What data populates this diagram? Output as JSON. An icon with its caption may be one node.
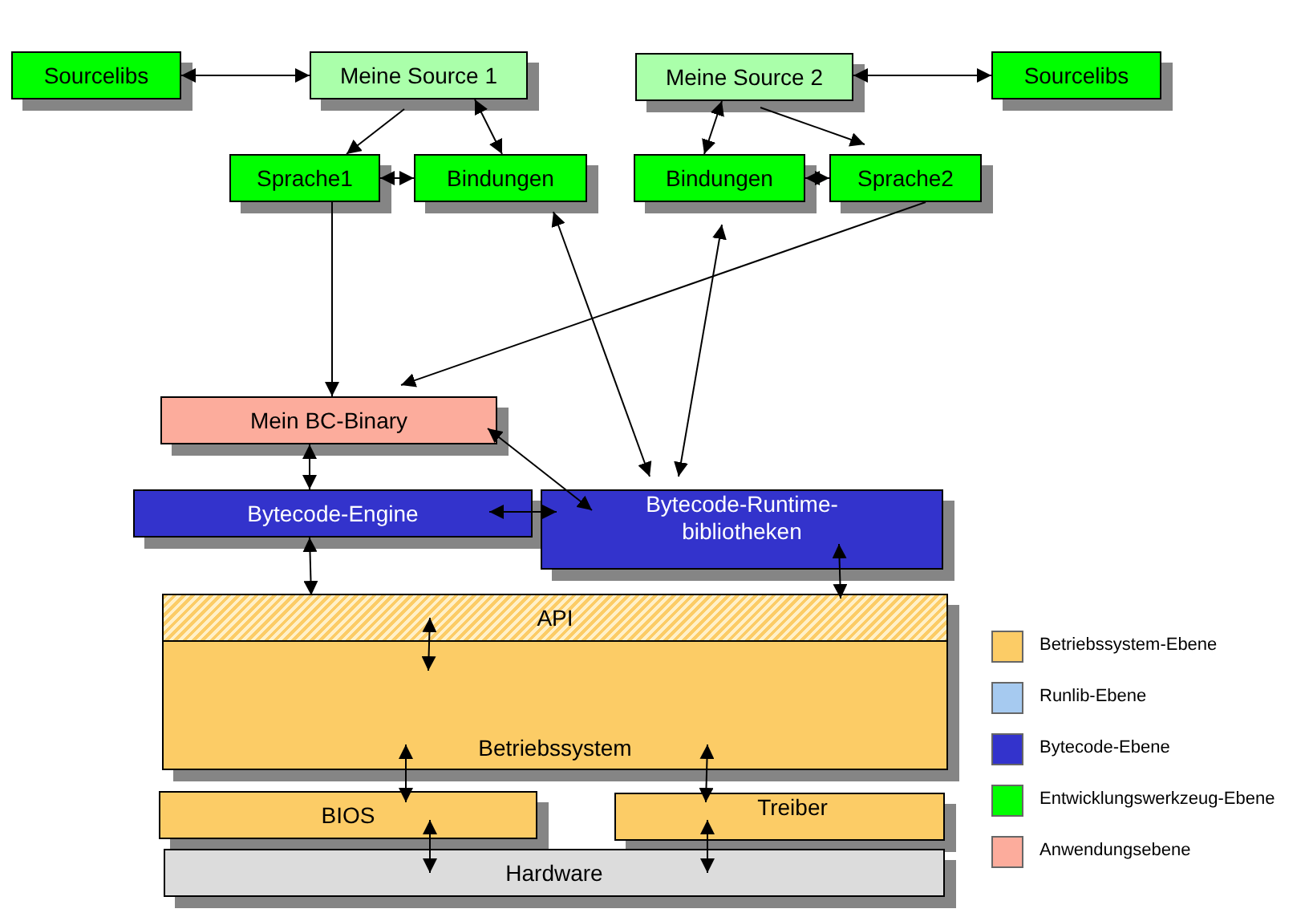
{
  "diagram": {
    "nodes": [
      {
        "text": [
          "Sourcelibs"
        ]
      },
      {
        "text": [
          "Meine Source 1"
        ]
      },
      {
        "text": [
          "Meine Source 2"
        ]
      },
      {
        "text": [
          "Sourcelibs"
        ]
      },
      {
        "text": [
          "Sprache1"
        ]
      },
      {
        "text": [
          "Bindungen"
        ]
      },
      {
        "text": [
          "Bindungen"
        ]
      },
      {
        "text": [
          "Sprache2"
        ]
      },
      {
        "text": [
          "Mein BC-Binary"
        ]
      },
      {
        "text": [
          "Bytecode-Engine"
        ]
      },
      {
        "text": [
          "Bytecode-Runtime- bibliotheken"
        ]
      },
      {
        "text": [
          "Betriebssystem"
        ]
      },
      {
        "text": [
          "API"
        ],
        "in": 11
      },
      {
        "text": [
          "BIOS"
        ]
      },
      {
        "text": [
          "Treiber"
        ]
      },
      {
        "text": [
          "Hardware"
        ]
      }
    ],
    "edges": [
      {
        "from": 0,
        "to": 1,
        "arrow": "both"
      },
      {
        "from": 1,
        "to": 4,
        "arrow": "to"
      },
      {
        "from": 1,
        "to": 5,
        "arrow": "both"
      },
      {
        "from": 4,
        "to": 5,
        "arrow": "both"
      },
      {
        "from": 2,
        "to": 6,
        "arrow": "both"
      },
      {
        "from": 2,
        "to": 7,
        "arrow": "to"
      },
      {
        "from": 6,
        "to": 7,
        "arrow": "both"
      },
      {
        "from": 3,
        "to": 2,
        "arrow": "both"
      },
      {
        "from": 4,
        "to": 8,
        "arrow": "to"
      },
      {
        "from": 7,
        "to": 8,
        "arrow": "to"
      },
      {
        "from": 5,
        "to": 10,
        "arrow": "both"
      },
      {
        "from": 6,
        "to": 10,
        "arrow": "both"
      },
      {
        "from": 8,
        "to": 9,
        "arrow": "both"
      },
      {
        "from": 8,
        "to": 10,
        "arrow": "both"
      },
      {
        "from": 9,
        "to": 10,
        "arrow": "both"
      },
      {
        "from": 9,
        "to": 12,
        "arrow": "both"
      },
      {
        "from": 10,
        "to": 12,
        "arrow": "both"
      },
      {
        "from": 12,
        "to": 11,
        "arrow": "both"
      },
      {
        "from": 11,
        "to": 13,
        "arrow": "both"
      },
      {
        "from": 11,
        "to": 14,
        "arrow": "both"
      },
      {
        "from": 13,
        "to": 15,
        "arrow": "both"
      },
      {
        "from": 14,
        "to": 15,
        "arrow": "both"
      }
    ],
    "legend": [
      {
        "text": "Betriebssystem-Ebene",
        "color": "#fccc66"
      },
      {
        "text": "Runlib-Ebene",
        "color": "#a6caf0"
      },
      {
        "text": "Bytecode-Ebene",
        "color": "#3333cc"
      },
      {
        "text": "Entwicklungswerkzeug-Ebene",
        "color": "#00ff00"
      },
      {
        "text": "Anwendungsebene",
        "color": "#fcac9c"
      }
    ]
  }
}
